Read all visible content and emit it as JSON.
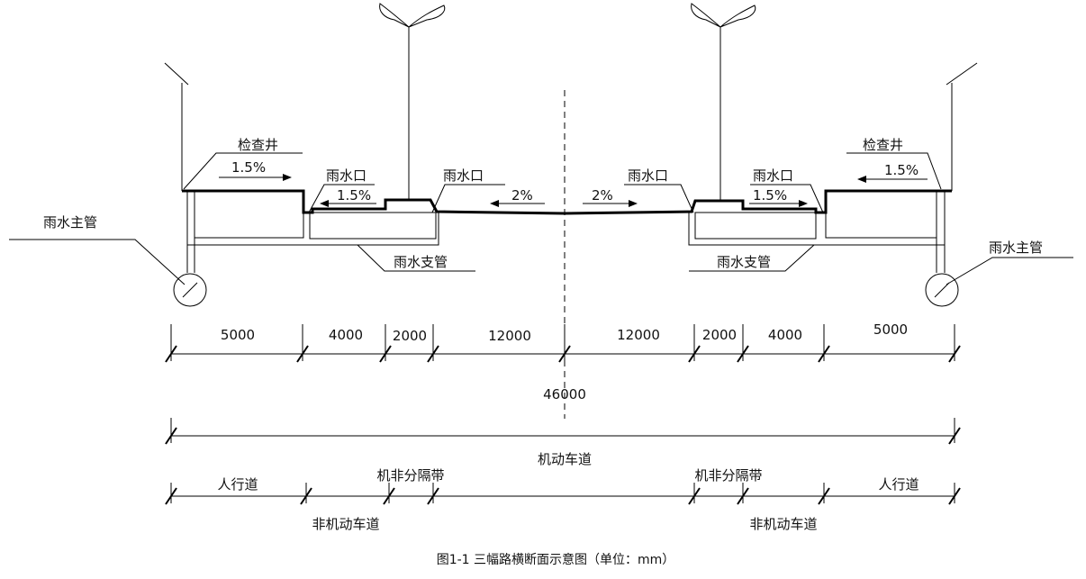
{
  "labels": {
    "manhole_left": "检查井",
    "manhole_right": "检查井",
    "main_pipe_left": "雨水主管",
    "main_pipe_right": "雨水主管",
    "branch_pipe_left": "雨水支管",
    "branch_pipe_right": "雨水支管",
    "inlet_left_outer": "雨水口",
    "inlet_left_inner": "雨水口",
    "inlet_right_inner": "雨水口",
    "inlet_right_outer": "雨水口"
  },
  "slopes": {
    "sidewalk_left": "1.5%",
    "bikelane_left": "1.5%",
    "carriage_left": "2%",
    "carriage_right": "2%",
    "bikelane_right": "1.5%",
    "sidewalk_right": "1.5%"
  },
  "dimensions": {
    "segments": [
      "5000",
      "4000",
      "2000",
      "12000",
      "12000",
      "2000",
      "4000",
      "5000"
    ],
    "total": "46000"
  },
  "zones": {
    "motorway": "机动车道",
    "sidewalk_left": "人行道",
    "sidewalk_right": "人行道",
    "separator_left": "机非分隔带",
    "separator_right": "机非分隔带",
    "nonmotor_left": "非机动车道",
    "nonmotor_right": "非机动车道"
  },
  "caption": "图1-1 三幅路横断面示意图（单位：mm）"
}
